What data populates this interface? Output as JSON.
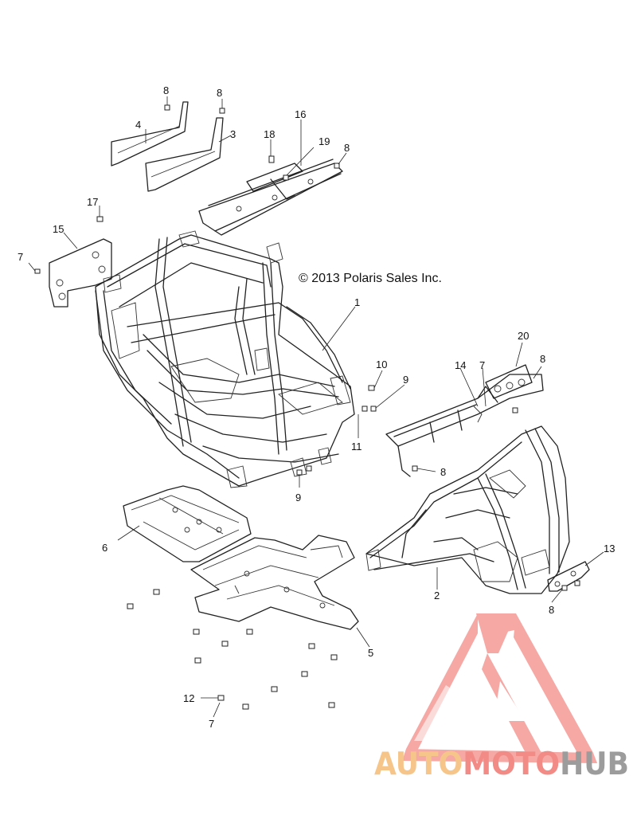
{
  "copyright": "© 2013 Polaris Sales Inc.",
  "callouts": {
    "c1": "1",
    "c2": "2",
    "c3": "3",
    "c4": "4",
    "c5": "5",
    "c6": "6",
    "c7a": "7",
    "c7b": "7",
    "c7c": "7",
    "c8a": "8",
    "c8b": "8",
    "c8c": "8",
    "c8d": "8",
    "c8e": "8",
    "c8f": "8",
    "c9a": "9",
    "c9b": "9",
    "c10": "10",
    "c11": "11",
    "c12": "12",
    "c13": "13",
    "c14": "14",
    "c15": "15",
    "c16": "16",
    "c17": "17",
    "c18": "18",
    "c19": "19",
    "c20": "20"
  },
  "watermark": {
    "part_auto": "AUTO",
    "part_moto": "MOTO",
    "part_hub": "HUB",
    "color_auto": "#f6c58a",
    "color_moto": "#f28b86",
    "color_hub": "#9c9c9c",
    "logo_color": "#f28b86"
  }
}
